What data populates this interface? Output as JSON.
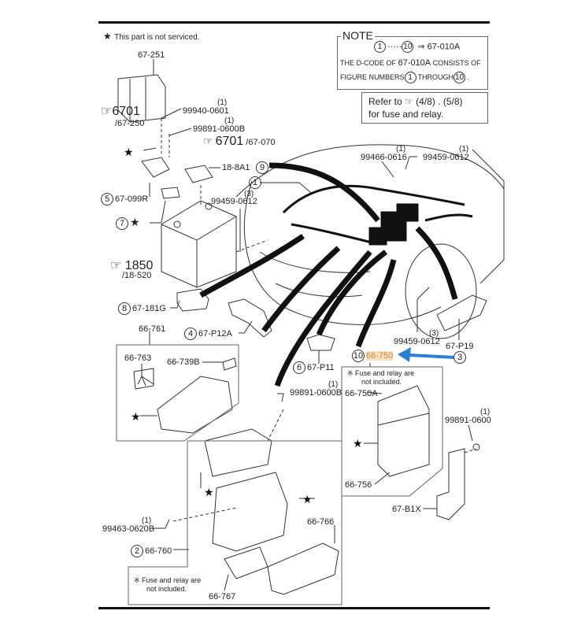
{
  "page": {
    "legend_text": "This part is not serviced.",
    "legend_symbol": "★"
  },
  "note": {
    "title": "NOTE",
    "range_start": "1",
    "range_dots": "·····",
    "range_end": "10",
    "arrow": "⇒",
    "code": "67-010A",
    "line1_prefix": "THE D-CODE OF",
    "line1_code": "67-010A",
    "line1_suffix": "CONSISTS OF",
    "line2_prefix": "FIGURE NUMBERS",
    "line2_from": "1",
    "line2_mid": "THROUGH",
    "line2_to": "10",
    "line2_end": "."
  },
  "refer": {
    "prefix": "Refer to",
    "icon": "pointing-hand-icon",
    "pages": "(4/8) . (5/8)",
    "line2": "for fuse and relay."
  },
  "labels": {
    "p67_251": "67-251",
    "ref6701_a_num": "6701",
    "ref6701_a_sub": "/67-250",
    "nut_99940": "99940-0601",
    "nut_99940_qty": "(1)",
    "nut_99891_a": "99891-0600B",
    "nut_99891_a_qty": "(1)",
    "ref6701_b_num": "6701",
    "ref6701_b_sub": "/67-070",
    "p18_8a1": "18-8A1",
    "fig9": "9",
    "fig1": "1",
    "fig5": "5",
    "p67_099r": "67-099R",
    "bolt_99459_a": "99459-0612",
    "bolt_99459_a_qty": "(3)",
    "fig7": "7",
    "ref1850_num": "1850",
    "ref1850_sub": "/18-520",
    "bolt_99466": "99466-0616",
    "bolt_99466_qty": "(1)",
    "bolt_99459_b": "99459-0612",
    "bolt_99459_b_qty": "(1)",
    "fig8": "8",
    "p67_181g": "67-181G",
    "fig4": "4",
    "p67_p12a": "67-P12A",
    "p66_761": "66-761",
    "p66_763": "66-763",
    "p66_739b": "66-739B",
    "fig6": "6",
    "p67_p11": "67-P11",
    "bolt_99459_c": "99459-0612",
    "bolt_99459_c_qty": "(3)",
    "p67_p19": "67-P19",
    "fig10": "10",
    "p66_750": "66-750",
    "fig3": "3",
    "fuse_note_a_1": "※ Fuse and relay are",
    "fuse_note_a_2": "not included.",
    "p66_750a": "66-750A",
    "p66_756": "66-756",
    "nut_99891_c": "99891-0600",
    "nut_99891_c_qty": "(1)",
    "p67_b1x": "67-B1X",
    "nut_99891_b": "99891-0600B",
    "nut_99891_b_qty": "(1)",
    "bolt_99463": "99463-0620B",
    "bolt_99463_qty": "(1)",
    "fig2": "2",
    "p66_760": "66-760",
    "p66_766": "66-766",
    "p66_767": "66-767",
    "fuse_note_b_1": "※ Fuse and relay are",
    "fuse_note_b_2": "not included."
  },
  "colors": {
    "highlight_bg": "#f7e1c0",
    "highlight_text": "#c98a45",
    "callout_arrow": "#2f7fd0"
  }
}
